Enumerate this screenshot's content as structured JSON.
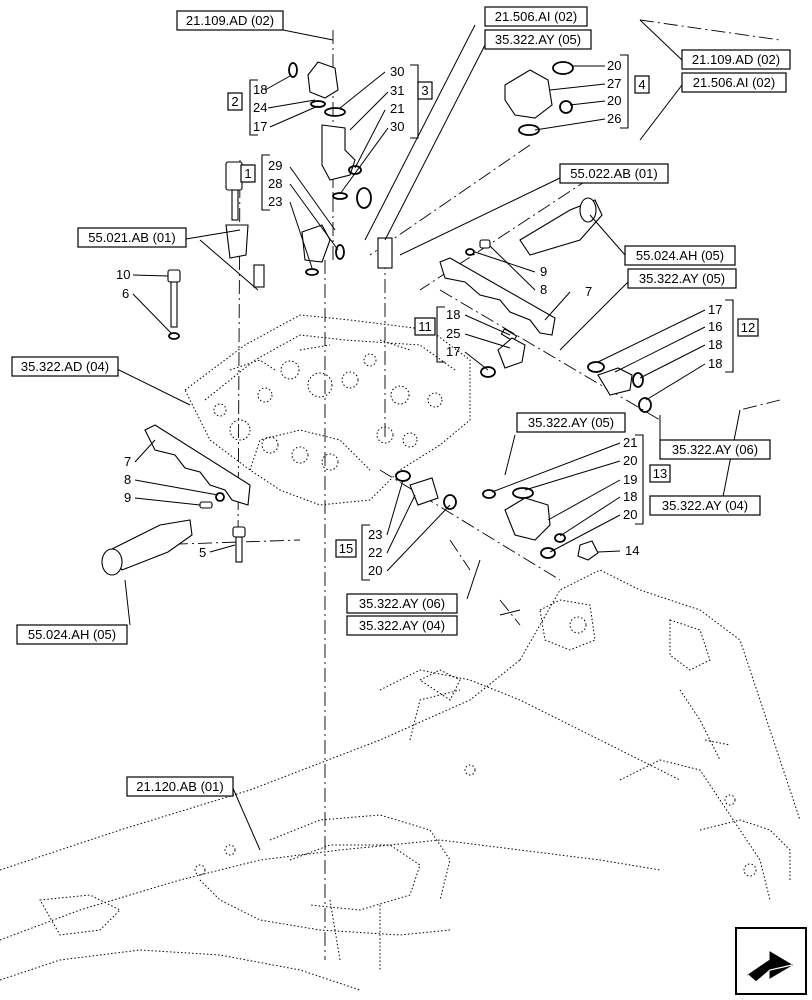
{
  "refs": {
    "r1": "21.109.AD (02)",
    "r2": "21.506.AI (02)",
    "r3": "35.322.AY (05)",
    "r4": "21.109.AD (02)",
    "r5": "21.506.AI (02)",
    "r6": "55.022.AB (01)",
    "r7": "55.021.AB (01)",
    "r8": "55.024.AH (05)",
    "r9": "35.322.AY (05)",
    "r10": "35.322.AD (04)",
    "r11": "35.322.AY (06)",
    "r12": "35.322.AY (05)",
    "r13": "35.322.AY (04)",
    "r14": "35.322.AY (06)",
    "r15": "35.322.AY (04)",
    "r16": "55.024.AH (05)",
    "r17": "21.120.AB (01)"
  },
  "groups": {
    "g1": "1",
    "g2": "2",
    "g3": "3",
    "g4": "4",
    "g11": "11",
    "g12": "12",
    "g13": "13",
    "g15": "15"
  },
  "nums": {
    "n18a": "18",
    "n24": "24",
    "n17a": "17",
    "n30a": "30",
    "n31": "31",
    "n21a": "21",
    "n30b": "30",
    "n20a": "20",
    "n27": "27",
    "n20b": "20",
    "n26": "26",
    "n29": "29",
    "n28": "28",
    "n23a": "23",
    "n10": "10",
    "n6": "6",
    "n9a": "9",
    "n8a": "8",
    "n7a": "7",
    "n18b": "18",
    "n25": "25",
    "n17b": "17",
    "n17c": "17",
    "n16": "16",
    "n18c": "18",
    "n18d": "18",
    "n7b": "7",
    "n8b": "8",
    "n9b": "9",
    "n5": "5",
    "n21b": "21",
    "n20c": "20",
    "n19": "19",
    "n18e": "18",
    "n20d": "20",
    "n14": "14",
    "n23b": "23",
    "n22": "22",
    "n20e": "20"
  }
}
